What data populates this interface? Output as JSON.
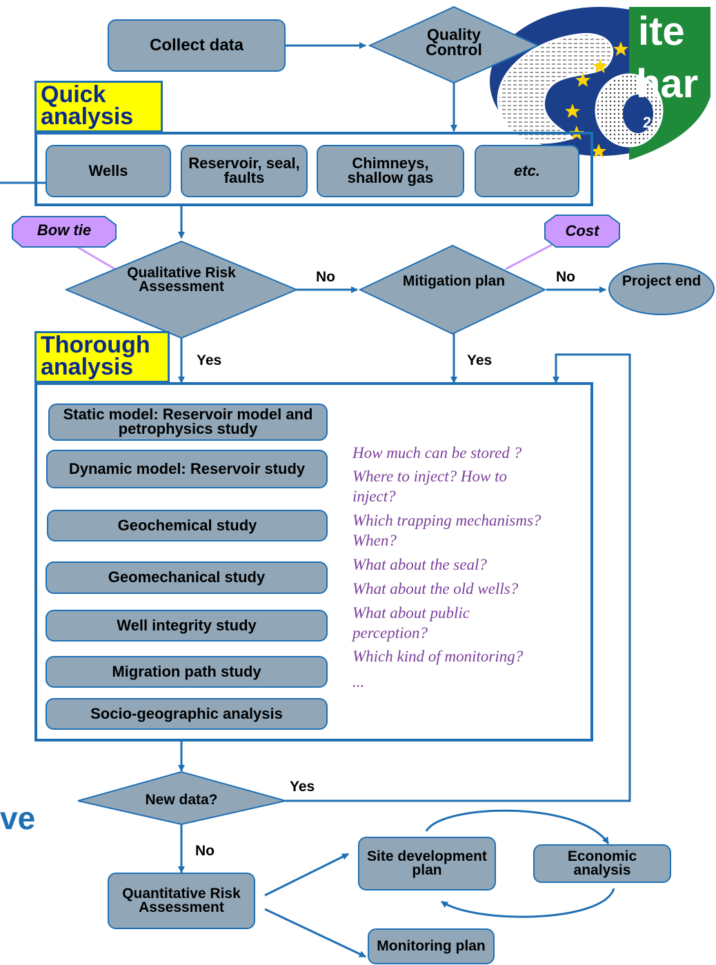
{
  "nodes": {
    "collect": "Collect data",
    "quality": "Quality Control",
    "wells": "Wells",
    "reservoir": "Reservoir, seal, faults",
    "chimneys": "Chimneys, shallow gas",
    "etc": "etc.",
    "bowtie": "Bow tie",
    "cost": "Cost",
    "qra": "Qualitative Risk Assessment",
    "mitigation": "Mitigation plan",
    "project_end": "Project end",
    "static": "Static model:  Reservoir model and petrophysics study",
    "dynamic": "Dynamic model:  Reservoir study",
    "geochem": "Geochemical study",
    "geomech": "Geomechanical study",
    "wellint": "Well integrity study",
    "migration": "Migration path study",
    "socio": "Socio-geographic analysis",
    "newdata": "New data?",
    "quant": "Quantitative Risk Assessment",
    "sitedev": "Site development plan",
    "economic": "Economic analysis",
    "monitoring": "Monitoring plan"
  },
  "sections": {
    "quick": "Quick analysis",
    "thorough": "Thorough analysis"
  },
  "edges": {
    "no1": "No",
    "no2": "No",
    "yes1": "Yes",
    "yes2": "Yes",
    "yes3": "Yes",
    "no3": "No"
  },
  "questions": [
    "How much can be stored ?",
    "Where to inject? How to inject?",
    "Which trapping mechanisms? When?",
    "What about the seal?",
    "What about the old wells?",
    "What about public perception?",
    "Which kind of monitoring?",
    "..."
  ],
  "logo": {
    "text1": "ite",
    "text2": "har",
    "sub": "2"
  },
  "partial": "ve",
  "colors": {
    "box_fill": "#91a7b8",
    "line": "#1f6fb4",
    "label_yellow": "#ffff00",
    "question_text": "#7b3f9b",
    "tag_fill": "#cc99ff",
    "logo_green": "#1e8a3a",
    "logo_navy": "#1c3f8c"
  }
}
